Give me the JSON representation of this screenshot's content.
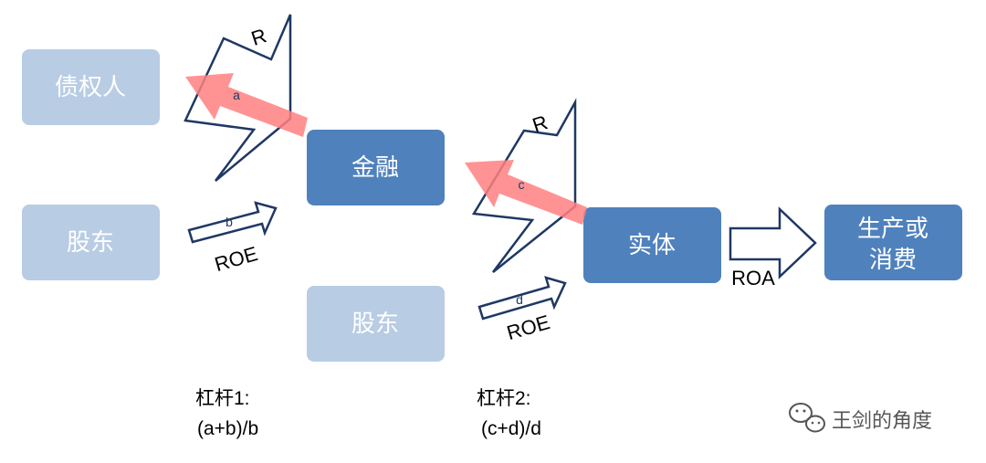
{
  "colors": {
    "light_box": "#b8cce4",
    "dark_box": "#4f81bd",
    "red_arrow": "#ff8080",
    "outline": "#1f3864",
    "text_dark": "#000000",
    "text_white": "#ffffff",
    "watermark": "#555555"
  },
  "nodes": {
    "creditor": "债权人",
    "shareholder1": "股东",
    "finance": "金融",
    "shareholder2": "股东",
    "entity": "实体",
    "production_line1": "生产或",
    "production_line2": "消费"
  },
  "labels": {
    "r1": "R",
    "r2": "R",
    "a": "a",
    "b": "b",
    "c": "c",
    "d": "d",
    "roe1": "ROE",
    "roe2": "ROE",
    "roa": "ROA"
  },
  "formulas": {
    "leverage1_title": "杠杆1:",
    "leverage1_expr": "(a+b)/b",
    "leverage2_title": "杠杆2:",
    "leverage2_expr": "(c+d)/d"
  },
  "watermark": {
    "text": "王剑的角度",
    "icon": "wechat-icon"
  }
}
